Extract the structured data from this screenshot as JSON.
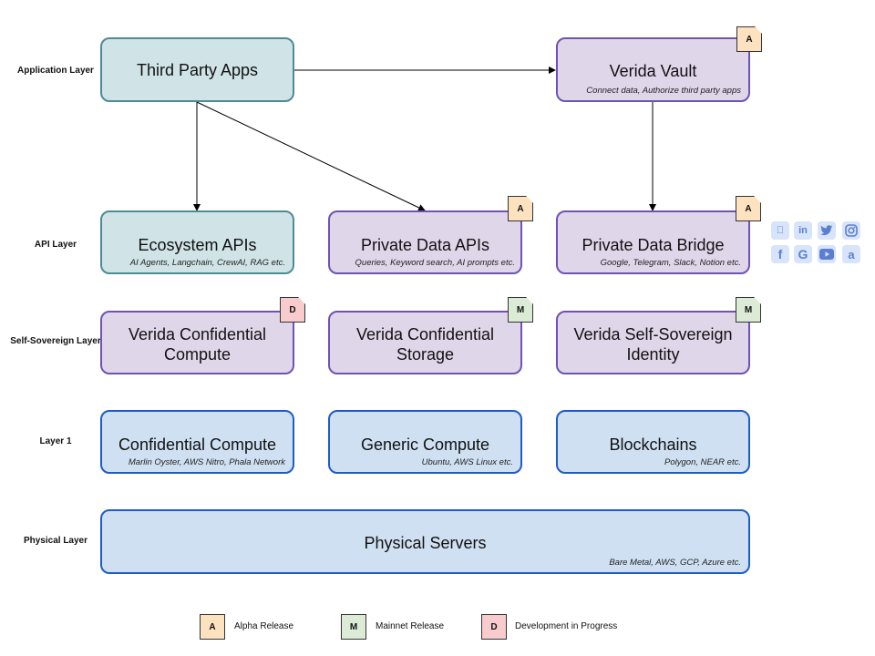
{
  "layers": {
    "application": "Application Layer",
    "api": "API Layer",
    "self_sovereign": "Self-Sovereign Layer",
    "layer1": "Layer 1",
    "physical": "Physical Layer"
  },
  "nodes": {
    "third_party_apps": {
      "title": "Third Party Apps"
    },
    "verida_vault": {
      "title": "Verida Vault",
      "subtitle": "Connect data, Authorize third party apps",
      "badge": "A"
    },
    "ecosystem_apis": {
      "title": "Ecosystem APIs",
      "subtitle": "AI Agents, Langchain, CrewAI, RAG etc."
    },
    "private_data_apis": {
      "title": "Private Data APIs",
      "subtitle": "Queries, Keyword search, AI prompts etc.",
      "badge": "A"
    },
    "private_data_bridge": {
      "title": "Private Data Bridge",
      "subtitle": "Google, Telegram, Slack, Notion etc.",
      "badge": "A"
    },
    "confidential_compute_verida": {
      "title_line1": "Verida Confidential",
      "title_line2": "Compute",
      "badge": "D"
    },
    "confidential_storage": {
      "title_line1": "Verida Confidential",
      "title_line2": "Storage",
      "badge": "M"
    },
    "self_sovereign_identity": {
      "title_line1": "Verida Self-Sovereign",
      "title_line2": "Identity",
      "badge": "M"
    },
    "confidential_compute": {
      "title": "Confidential Compute",
      "subtitle": "Marlin Oyster, AWS Nitro, Phala Network"
    },
    "generic_compute": {
      "title": "Generic Compute",
      "subtitle": "Ubuntu, AWS Linux etc."
    },
    "blockchains": {
      "title": "Blockchains",
      "subtitle": "Polygon, NEAR etc."
    },
    "physical_servers": {
      "title": "Physical Servers",
      "subtitle": "Bare Metal, AWS, GCP, Azure etc."
    }
  },
  "legend": [
    {
      "badge": "A",
      "label": "Alpha Release"
    },
    {
      "badge": "M",
      "label": "Mainnet Release"
    },
    {
      "badge": "D",
      "label": "Development in Progress"
    }
  ],
  "social_icons": [
    "apple-icon",
    "linkedin-icon",
    "twitter-icon",
    "instagram-icon",
    "facebook-icon",
    "google-icon",
    "youtube-icon",
    "amazon-icon"
  ],
  "colors": {
    "teal_fill": "#d0e3e6",
    "teal_border": "#4e8c93",
    "purple_fill": "#e0d6ea",
    "purple_border": "#6f53b3",
    "blue_fill": "#cfe0f2",
    "blue_border": "#1f5cc9",
    "alpha": "#fde2bf",
    "mainnet": "#dcebd5",
    "development": "#f8cccc"
  }
}
